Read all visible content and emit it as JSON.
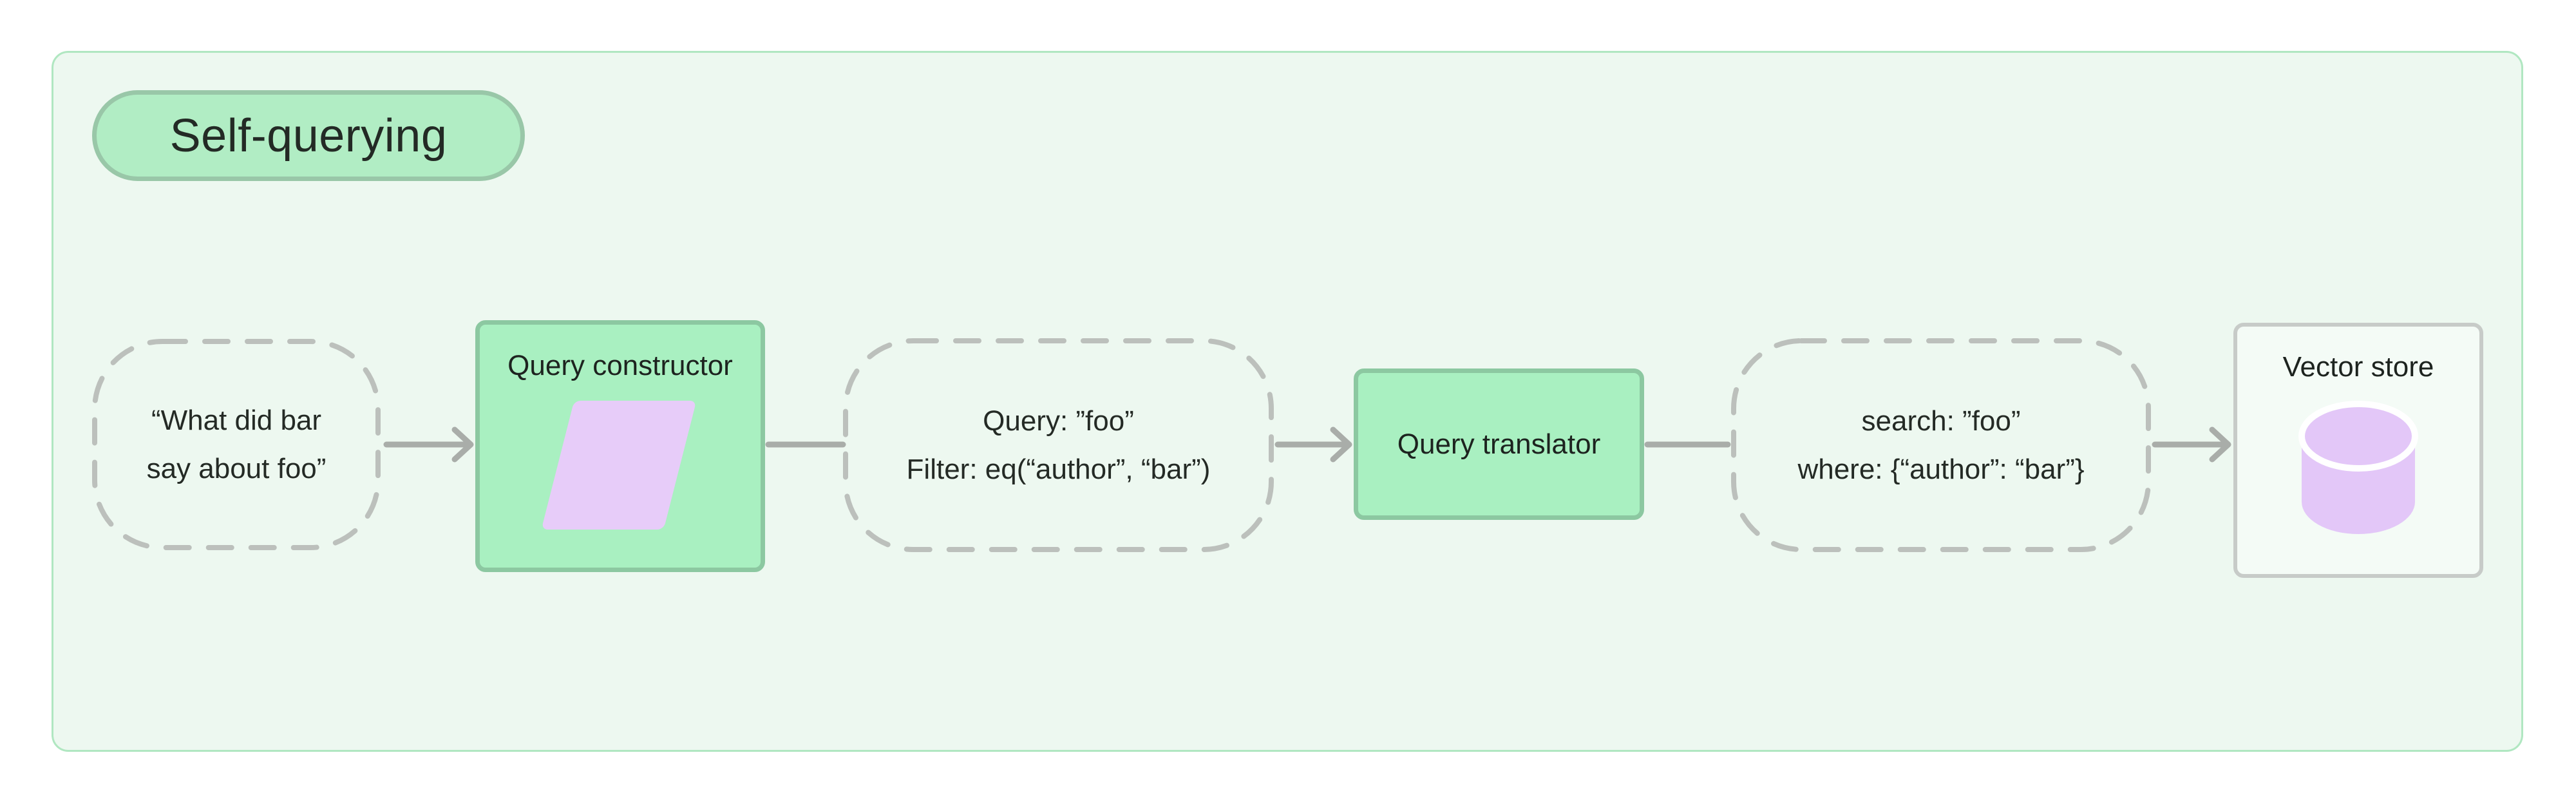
{
  "badge": {
    "label": "Self-querying"
  },
  "nodes": {
    "input": {
      "line1": "“What did bar",
      "line2": "say about foo”"
    },
    "query_constructor": {
      "title": "Query constructor",
      "icon": "parallelogram-icon"
    },
    "structured_query": {
      "line1": "Query: ”foo”",
      "line2": "Filter: eq(“author”, “bar”)"
    },
    "query_translator": {
      "title": "Query translator"
    },
    "translated_query": {
      "line1": "search: ”foo”",
      "line2": "where: {“author”: “bar”}"
    },
    "vector_store": {
      "title": "Vector store",
      "icon": "database-icon"
    }
  },
  "colors": {
    "page_background": "#ffffff",
    "frame_background": "#edf8f0",
    "frame_border": "#b0e7c1",
    "badge_fill": "#b1edc4",
    "badge_border": "#99c7a8",
    "green_box_fill": "#a9f0c1",
    "green_box_border": "#8cc8a1",
    "purple_shape": "#e7ccf9",
    "dashed_border": "#bcc0bc",
    "connector_gray": "#a9ada9",
    "vector_box_border": "#c7cbc8",
    "vector_box_fill": "#f4fbf6",
    "text": "#242a25"
  }
}
